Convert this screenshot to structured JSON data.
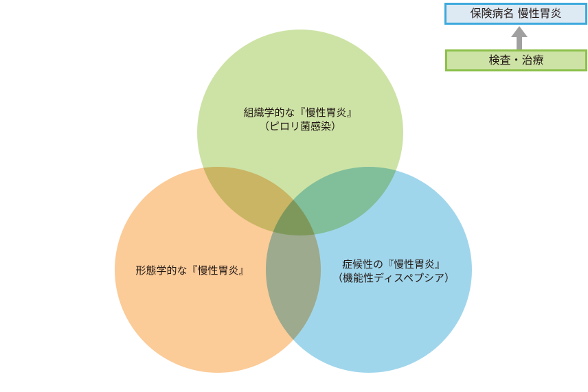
{
  "circles": [
    {
      "id": "histological",
      "line1": "組織学的な『慢性胃炎』",
      "line2": "（ピロリ菌感染）",
      "color": "#cde3a6"
    },
    {
      "id": "morphological",
      "line1": "形態学的な『慢性胃炎』",
      "color": "#fbcb98"
    },
    {
      "id": "symptomatic",
      "line1": "症候性の『慢性胃炎』",
      "line2": "（機能性ディスペプシア）",
      "color": "#a0d6ec"
    }
  ],
  "flow": {
    "top_box": "保険病名 慢性胃炎",
    "bottom_box": "検査・治療"
  }
}
